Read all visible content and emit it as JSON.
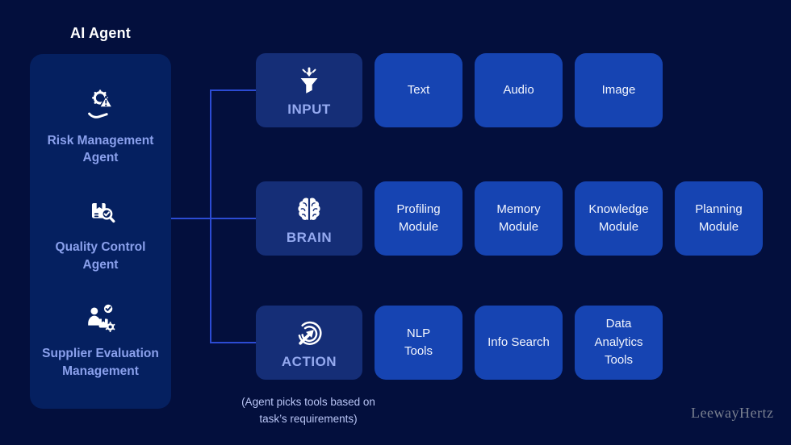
{
  "header": {
    "title": "AI Agent"
  },
  "sidebar": {
    "items": [
      {
        "icon": "risk-management-icon",
        "label": "Risk Management Agent"
      },
      {
        "icon": "quality-control-icon",
        "label": "Quality Control Agent"
      },
      {
        "icon": "supplier-evaluation-icon",
        "label": "Supplier Evaluation Management"
      }
    ]
  },
  "pipeline": {
    "rows": [
      {
        "stage": "INPUT",
        "icon": "input-funnel-icon",
        "modules": [
          {
            "label": "Text"
          },
          {
            "label": "Audio"
          },
          {
            "label": "Image"
          }
        ]
      },
      {
        "stage": "BRAIN",
        "icon": "brain-icon",
        "modules": [
          {
            "label": "Profiling\nModule"
          },
          {
            "label": "Memory\nModule"
          },
          {
            "label": "Knowledge\nModule"
          },
          {
            "label": "Planning\nModule"
          }
        ]
      },
      {
        "stage": "ACTION",
        "icon": "action-click-icon",
        "modules": [
          {
            "label": "NLP\nTools"
          },
          {
            "label": "Info Search"
          },
          {
            "label": "Data\nAnalytics\nTools"
          }
        ]
      }
    ]
  },
  "caption": {
    "line1": "(Agent picks tools based on",
    "line2": "task’s requirements)"
  },
  "watermark": "LeewayHertz",
  "colors": {
    "background": "#030f3d",
    "panel": "#052060",
    "stage_box": "#152e77",
    "module_box": "#1644b2",
    "connector": "#2c4bd3",
    "sidebar_label": "#8aa0ec",
    "stage_label": "#95aaf0",
    "caption_text": "#b9c5f5",
    "white_text": "#f2f5fd",
    "title_text": "#ffffff",
    "watermark_text": "#7a8090"
  }
}
